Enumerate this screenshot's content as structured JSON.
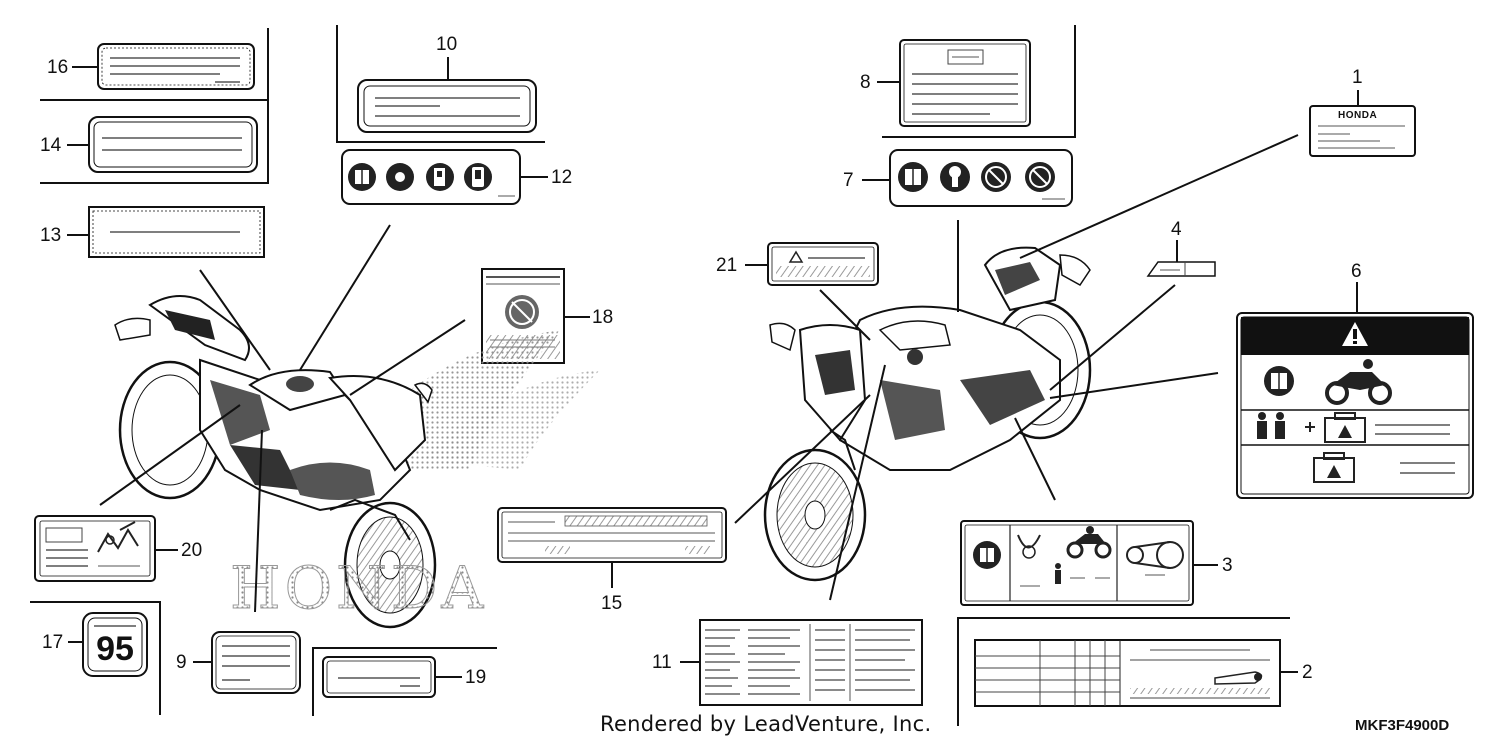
{
  "diagram": {
    "callouts": {
      "c1": "1",
      "c2": "2",
      "c3": "3",
      "c4": "4",
      "c6": "6",
      "c7": "7",
      "c8": "8",
      "c9": "9",
      "c10": "10",
      "c11": "11",
      "c12": "12",
      "c13": "13",
      "c14": "14",
      "c15": "15",
      "c16": "16",
      "c17": "17",
      "c18": "18",
      "c19": "19",
      "c20": "20",
      "c21": "21"
    },
    "brand_label_text": "HONDA",
    "wing_lettering": "HONDA",
    "label17_number": "95",
    "footer": "Rendered by LeadVenture, Inc.",
    "part_code": "MKF3F4900D",
    "colors": {
      "ink": "#111111",
      "label_fill": "#ffffff",
      "warning_black": "#111111",
      "hatch": "#9a9a9a"
    }
  }
}
